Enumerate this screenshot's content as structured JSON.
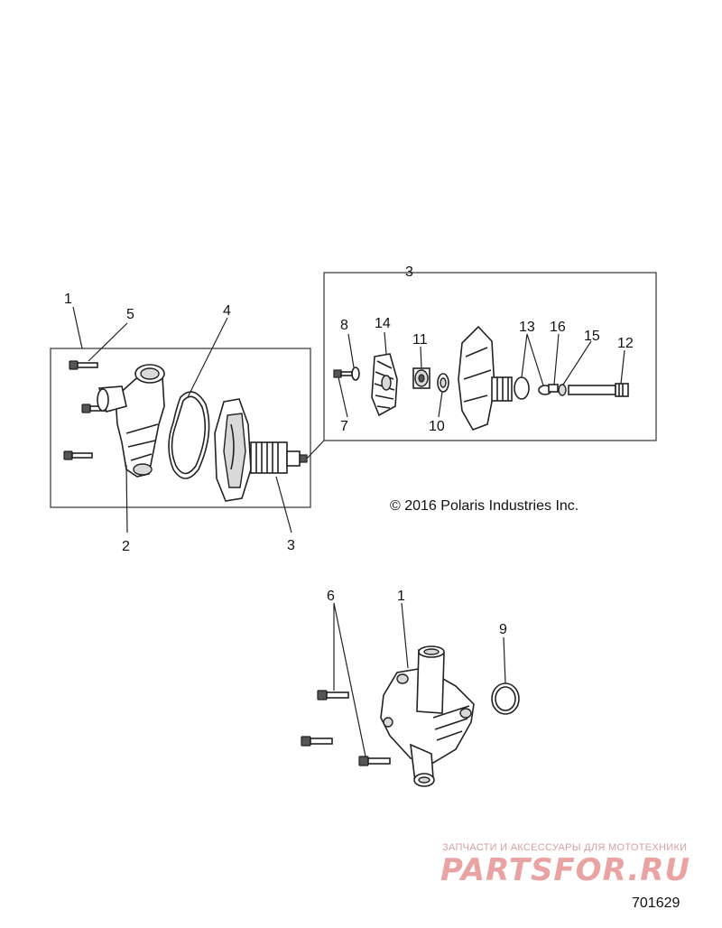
{
  "callouts": {
    "c1a": "1",
    "c5": "5",
    "c4": "4",
    "c2": "2",
    "c3a": "3",
    "c3b": "3",
    "c8": "8",
    "c14": "14",
    "c11": "11",
    "c13": "13",
    "c16": "16",
    "c15": "15",
    "c12": "12",
    "c7": "7",
    "c10": "10",
    "c6": "6",
    "c1b": "1",
    "c9": "9"
  },
  "copyright": "© 2016 Polaris Industries Inc.",
  "watermark": {
    "tagline": "ЗАПЧАСТИ И АКСЕССУАРЫ ДЛЯ МОТОТЕХНИКИ",
    "logo": "PARTSFOR.RU"
  },
  "doc_number": "701629",
  "colors": {
    "line": "#222222",
    "watermark": "#e9a3a3"
  }
}
